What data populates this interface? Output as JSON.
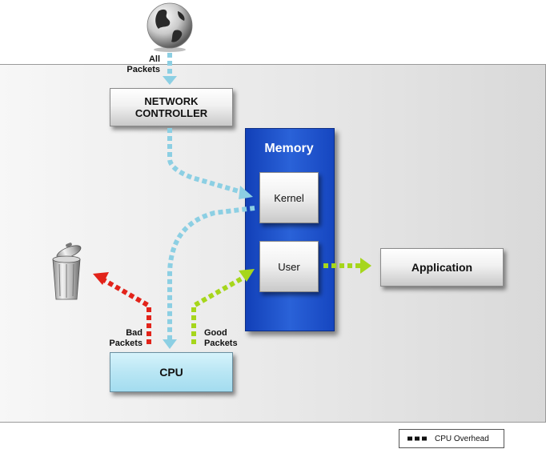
{
  "labels": {
    "all_packets_line1": "All",
    "all_packets_line2": "Packets",
    "network_controller_line1": "NETWORK",
    "network_controller_line2": "CONTROLLER",
    "memory": "Memory",
    "kernel": "Kernel",
    "user": "User",
    "application": "Application",
    "cpu": "CPU",
    "bad_packets_line1": "Bad",
    "bad_packets_line2": "Packets",
    "good_packets_line1": "Good",
    "good_packets_line2": "Packets"
  },
  "legend": {
    "label": "CPU Overhead",
    "swatch_color": "#111111"
  },
  "colors": {
    "flow_blue": "#8ccfe3",
    "flow_red": "#e2231a",
    "flow_green": "#a6d61c",
    "memory_blue": "#2458d0"
  },
  "icons": {
    "globe": "globe-icon",
    "trash": "trash-can-icon"
  }
}
